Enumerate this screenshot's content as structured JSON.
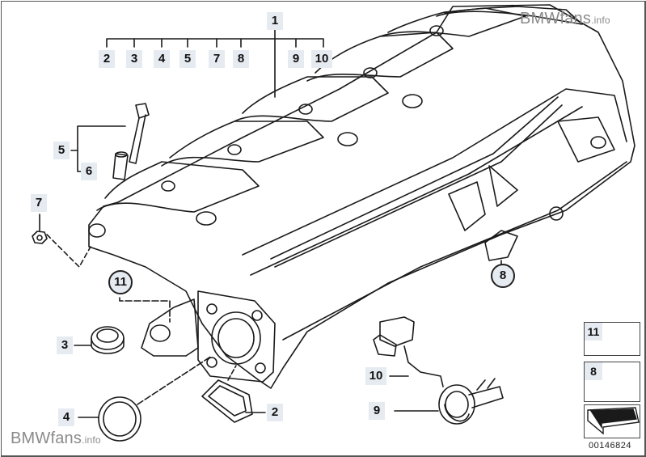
{
  "watermark": {
    "brand": "BMWfans",
    "suffix": ".info"
  },
  "diagram_number": "00146824",
  "callouts": {
    "c1": "1",
    "c2a": "2",
    "c3a": "3",
    "c4a": "4",
    "c5a": "5",
    "c7a": "7",
    "c8a": "8",
    "c9a": "9",
    "c10a": "10",
    "c5": "5",
    "c6": "6",
    "c7": "7",
    "c11": "11",
    "c8": "8",
    "c3": "3",
    "c4": "4",
    "c2": "2",
    "c10": "10",
    "c9": "9"
  },
  "legend": {
    "item1": "11",
    "item2": "8"
  },
  "colors": {
    "line": "#1a1a1a",
    "callout_bg": "#e6eaf1",
    "watermark": "#8a8a8a"
  }
}
